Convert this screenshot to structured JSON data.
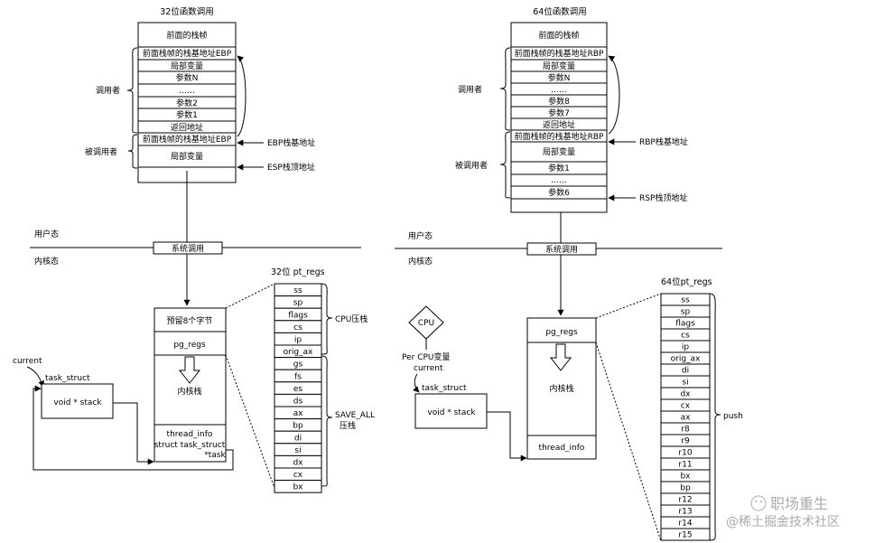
{
  "left": {
    "title": "32位函数调用",
    "stack": [
      "前面的栈帧",
      "前面栈帧的栈基地址EBP",
      "局部变量",
      "参数N",
      "……",
      "参数2",
      "参数1",
      "返回地址",
      "前面栈帧的栈基地址EBP",
      "局部变量"
    ],
    "caller_label": "调用者",
    "callee_label": "被调用者",
    "ebp_label": "EBP栈基地址",
    "esp_label": "ESP栈顶地址",
    "user_mode": "用户态",
    "kernel_mode": "内核态",
    "syscall": "系统调用",
    "kstack": {
      "reserve": "预留8个字节",
      "pg_regs": "pg_regs",
      "kernel_stack": "内核栈",
      "thread_info": [
        "thread_info",
        "struct task_struct",
        "*task"
      ]
    },
    "current": "current",
    "task_struct": "task_struct",
    "void_stack": "void * stack",
    "pt_regs_title": "32位 pt_regs",
    "pt_regs": [
      "ss",
      "sp",
      "flags",
      "cs",
      "ip",
      "orig_ax",
      "gs",
      "fs",
      "es",
      "ds",
      "ax",
      "bp",
      "di",
      "si",
      "dx",
      "cx",
      "bx"
    ],
    "cpu_push": "CPU压栈",
    "save_all": [
      "SAVE_ALL",
      "压栈"
    ]
  },
  "right": {
    "title": "64位函数调用",
    "stack": [
      "前面的栈帧",
      "前面栈帧的栈基地址RBP",
      "局部变量",
      "参数N",
      "……",
      "参数8",
      "参数7",
      "返回地址",
      "前面栈帧的栈基地址RBP",
      "局部变量",
      "参数1",
      "……",
      "参数6"
    ],
    "caller_label": "调用者",
    "callee_label": "被调用者",
    "rbp_label": "RBP栈基地址",
    "rsp_label": "RSP栈顶地址",
    "user_mode": "用户态",
    "kernel_mode": "内核态",
    "syscall": "系统调用",
    "cpu": "CPU",
    "per_cpu": "Per CPU变量",
    "current": "current",
    "task_struct": "task_struct",
    "void_stack": "void * stack",
    "kstack": {
      "pg_regs": "pg_regs",
      "kernel_stack": "内核栈",
      "thread_info": "thread_info"
    },
    "pt_regs_title": "64位pt_regs",
    "pt_regs": [
      "ss",
      "sp",
      "flags",
      "cs",
      "ip",
      "orig_ax",
      "di",
      "si",
      "dx",
      "cx",
      "ax",
      "r8",
      "r9",
      "r10",
      "r11",
      "bx",
      "bp",
      "r12",
      "r13",
      "r14",
      "r15"
    ],
    "push": "push"
  },
  "watermark": [
    "职场重生",
    "@稀土掘金技术社区"
  ]
}
